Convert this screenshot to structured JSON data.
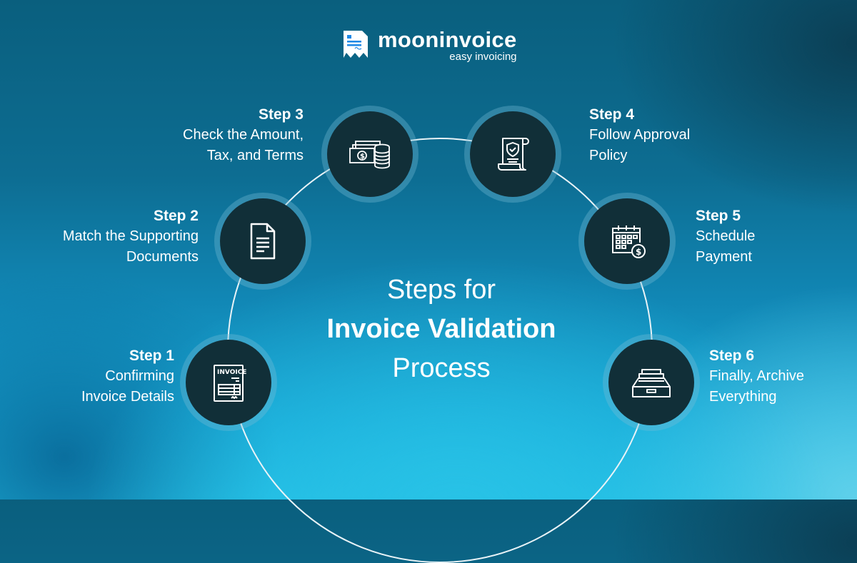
{
  "brand": {
    "name": "mooninvoice",
    "tagline": "easy invoicing",
    "icon": "receipt-logo-icon",
    "accent_color": "#1e88e5"
  },
  "title": {
    "line1": "Steps for",
    "line2": "Invoice Validation",
    "line3": "Process"
  },
  "colors": {
    "node_fill": "#112f38",
    "ring": "#e9f3f7",
    "text": "#ffffff",
    "background_top": "#0a5f7e",
    "background_bottom": "#22bde4"
  },
  "steps": [
    {
      "step": "Step 1",
      "desc": "Confirming\nInvoice Details",
      "icon": "invoice-document-icon"
    },
    {
      "step": "Step 2",
      "desc": "Match the Supporting\nDocuments",
      "icon": "document-icon"
    },
    {
      "step": "Step 3",
      "desc": "Check the Amount,\nTax, and Terms",
      "icon": "cash-coins-icon"
    },
    {
      "step": "Step 4",
      "desc": "Follow Approval\nPolicy",
      "icon": "policy-scroll-shield-icon"
    },
    {
      "step": "Step 5",
      "desc": "Schedule\nPayment",
      "icon": "calendar-dollar-icon"
    },
    {
      "step": "Step 6",
      "desc": "Finally, Archive\nEverything",
      "icon": "archive-tray-icon"
    }
  ]
}
